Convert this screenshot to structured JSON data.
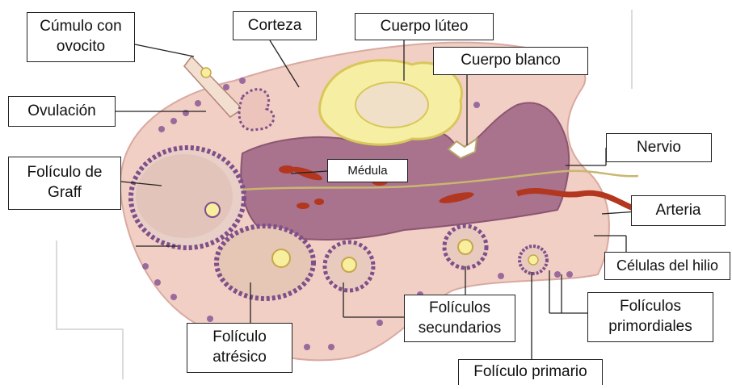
{
  "labels": {
    "cumulo": "Cúmulo con\novocito",
    "corteza": "Corteza",
    "cuerpo_luteo": "Cuerpo lúteo",
    "cuerpo_blanco": "Cuerpo blanco",
    "ovulacion": "Ovulación",
    "foliculo_graff": "Folículo de\nGraff",
    "medula": "Médula",
    "nervio": "Nervio",
    "arteria": "Arteria",
    "celulas_hilio": "Células del hilio",
    "foliculo_atresico": "Folículo\natrésico",
    "foliculos_secundarios": "Folículos\nsecundarios",
    "foliculos_primordiales": "Folículos\nprimordiales",
    "foliculo_primario": "Folículo primario"
  },
  "colors": {
    "cortex": "#f1cfc4",
    "medulla": "#a9728d",
    "luteum": "#f6efa3",
    "follicle_ring": "#7f4f8a",
    "artery": "#b3361f",
    "nerve": "#c9b770"
  }
}
